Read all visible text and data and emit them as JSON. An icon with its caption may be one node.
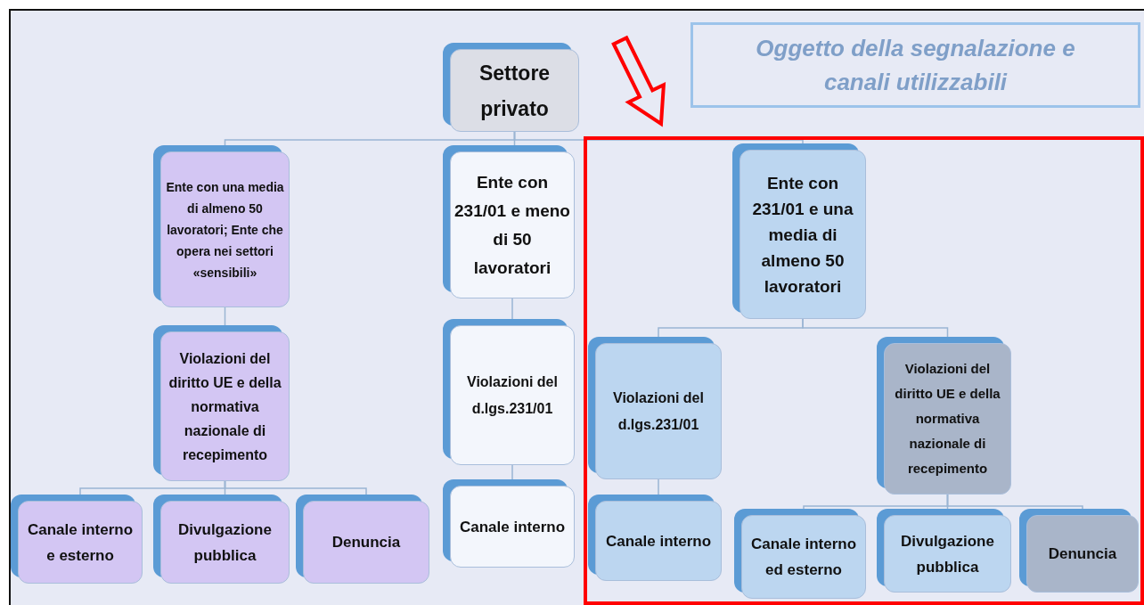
{
  "diagram": {
    "title": "Oggetto della segnalazione e canali utilizzabili",
    "nodes": [
      {
        "text": [
          "Settore privato"
        ]
      },
      {
        "text": [
          "Ente con una media di almeno 50 lavoratori; Ente che opera nei settori «sensibili»"
        ]
      },
      {
        "text": [
          "Violazioni del diritto UE e della normativa nazionale di recepimento"
        ]
      },
      {
        "text": [
          "Canale interno e esterno"
        ]
      },
      {
        "text": [
          "Divulgazione pubblica"
        ]
      },
      {
        "text": [
          "Denuncia"
        ]
      },
      {
        "text": [
          "Ente con 231/01 e meno di 50 lavoratori"
        ]
      },
      {
        "text": [
          "Violazioni del d.lgs.231/01"
        ]
      },
      {
        "text": [
          "Canale interno"
        ]
      },
      {
        "text": [],
        "shape": "box"
      },
      {
        "text": [
          "Ente con 231/01 e una media di almeno 50 lavoratori"
        ],
        "in": 9
      },
      {
        "text": [
          "Violazioni del d.lgs.231/01"
        ],
        "in": 9
      },
      {
        "text": [
          "Canale interno"
        ],
        "in": 9
      },
      {
        "text": [
          "Violazioni del diritto UE e della normativa nazionale di recepimento"
        ],
        "in": 9
      },
      {
        "text": [
          "Canale interno ed esterno"
        ],
        "in": 9
      },
      {
        "text": [
          "Divulgazione pubblica"
        ],
        "in": 9
      },
      {
        "text": [
          "Denuncia"
        ],
        "in": 9
      }
    ],
    "edges": [
      {
        "from": 0,
        "to": 1,
        "arrow": "none"
      },
      {
        "from": 0,
        "to": 6,
        "arrow": "none"
      },
      {
        "from": 0,
        "to": 10,
        "arrow": "none"
      },
      {
        "from": 1,
        "to": 2,
        "arrow": "none"
      },
      {
        "from": 2,
        "to": 3,
        "arrow": "none"
      },
      {
        "from": 2,
        "to": 4,
        "arrow": "none"
      },
      {
        "from": 2,
        "to": 5,
        "arrow": "none"
      },
      {
        "from": 6,
        "to": 7,
        "arrow": "none"
      },
      {
        "from": 7,
        "to": 8,
        "arrow": "none"
      },
      {
        "from": 10,
        "to": 11,
        "arrow": "none"
      },
      {
        "from": 10,
        "to": 13,
        "arrow": "none"
      },
      {
        "from": 11,
        "to": 12,
        "arrow": "none"
      },
      {
        "from": 13,
        "to": 14,
        "arrow": "none"
      },
      {
        "from": 13,
        "to": 15,
        "arrow": "none"
      },
      {
        "from": 13,
        "to": 16,
        "arrow": "none"
      },
      {
        "from": null,
        "to": 9,
        "arrow": "to",
        "style": "thick",
        "color": "#ff0000"
      }
    ]
  }
}
